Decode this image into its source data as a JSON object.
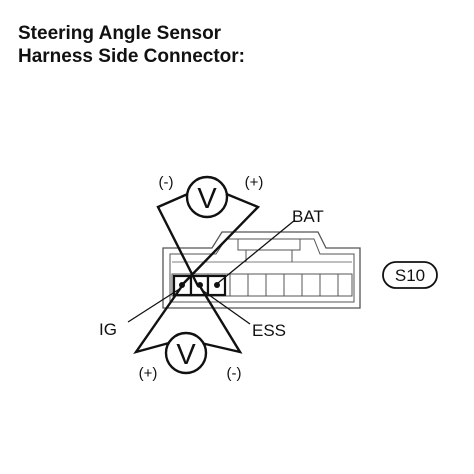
{
  "title": {
    "line1": "Steering Angle Sensor",
    "line2": "Harness Side Connector:"
  },
  "meters": {
    "top": {
      "symbol": "V",
      "left_polarity": "(-)",
      "right_polarity": "(+)"
    },
    "bottom": {
      "symbol": "V",
      "left_polarity": "(+)",
      "right_polarity": "(-)"
    }
  },
  "terminals": {
    "bat": "BAT",
    "ig": "IG",
    "ess": "ESS"
  },
  "connector_code": "S10"
}
